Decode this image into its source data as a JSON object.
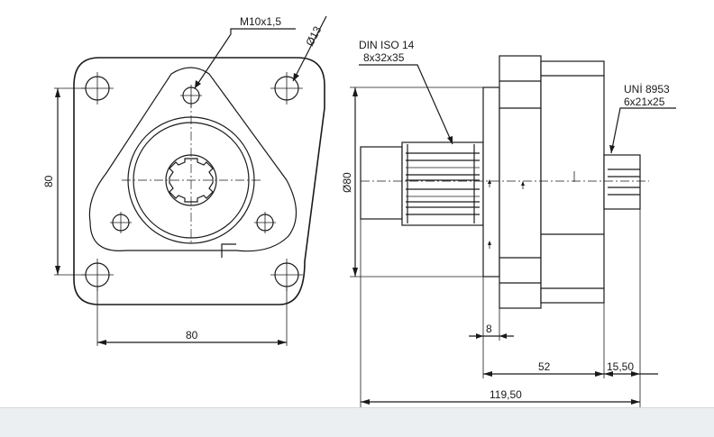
{
  "labels": {
    "thread": "M10x1,5",
    "hole_diameter": "Ø13",
    "spline_std_left": "DIN ISO 14",
    "spline_size_left": "8x32x35",
    "spline_std_right": "UNİ 8953",
    "spline_size_right": "6x21x25",
    "diameter_80": "Ø80"
  },
  "dimensions": {
    "front_height": "80",
    "front_width": "80",
    "flange_thickness": "8",
    "body_length": "52",
    "shaft_length": "15,50",
    "total_length": "119,50"
  }
}
